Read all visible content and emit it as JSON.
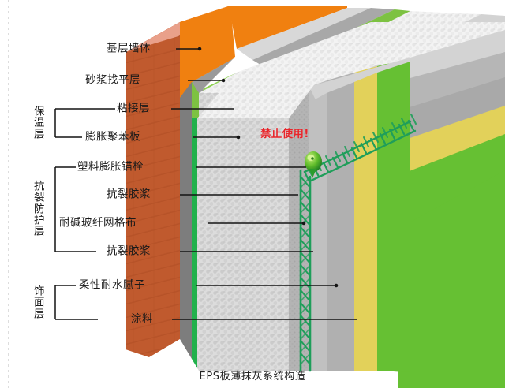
{
  "figure": {
    "caption": "EPS板薄抹灰系统构造",
    "warning": "禁止使用!",
    "warning_color": "#e8262b"
  },
  "groups": [
    {
      "id": "insulation",
      "label": "保\n温\n层",
      "label_plain": "保温层"
    },
    {
      "id": "crack-guard",
      "label": "抗\n裂\n防\n护\n层",
      "label_plain": "抗裂防护层"
    },
    {
      "id": "finish",
      "label": "饰\n面\n层",
      "label_plain": "饰面层"
    }
  ],
  "callouts": [
    {
      "id": "base-wall",
      "label": "基层墙体"
    },
    {
      "id": "leveling-mortar",
      "label": "砂浆找平层"
    },
    {
      "id": "bonding-layer",
      "label": "粘接层"
    },
    {
      "id": "eps-board",
      "label": "膨胀聚苯板"
    },
    {
      "id": "plastic-anchor",
      "label": "塑料膨胀锚栓"
    },
    {
      "id": "anticrack-1",
      "label": "抗裂胶浆"
    },
    {
      "id": "fiberglass-mesh",
      "label": "耐碱玻纤网格布"
    },
    {
      "id": "anticrack-2",
      "label": "抗裂胶浆"
    },
    {
      "id": "flex-putty",
      "label": "柔性耐水腻子"
    },
    {
      "id": "top-coat",
      "label": "涂料"
    }
  ],
  "palette": {
    "brick_face": "#c05a2e",
    "brick_top": "#e9a08a",
    "orange_band": "#f08010",
    "light_gray": "#d8d8d8",
    "mid_gray": "#9e9e9e",
    "dark_gray": "#6e6e6e",
    "green_adhesive": "#7dc242",
    "eps_white": "#f2f2f2",
    "mesh_green": "#1f9e5a",
    "putty_yellow": "#e2d15a",
    "coat_green": "#66c033",
    "line": "#1a1a1a"
  }
}
